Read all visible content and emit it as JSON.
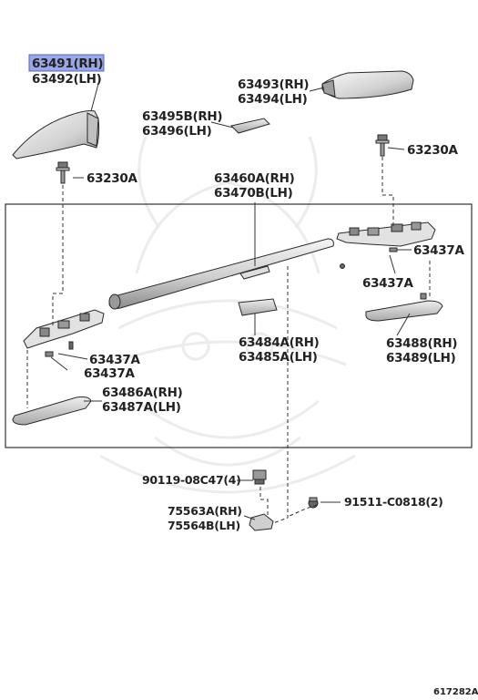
{
  "callouts": {
    "cover_rear_rh": "63491(RH)",
    "cover_rear_lh": "63492(LH)",
    "cover_front_rh": "63493(RH)",
    "cover_front_lh": "63494(LH)",
    "cap_rh": "63495B(RH)",
    "cap_lh": "63496(LH)",
    "bolt_right": "63230A",
    "bolt_left": "63230A",
    "rail_rh": "63460A(RH)",
    "rail_lh": "63470B(LH)",
    "clip_right_upper": "63437A",
    "clip_right_lower": "63437A",
    "clip_left_upper": "63437A",
    "clip_left_lower": "63437A",
    "pad_center_rh": "63484A(RH)",
    "pad_center_lh": "63485A(LH)",
    "pad_right_rh": "63488(RH)",
    "pad_right_lh": "63489(LH)",
    "pad_left_rh": "63486A(RH)",
    "pad_left_lh": "63487A(LH)",
    "nut": "90119-08C47(4)",
    "bracket_rh": "75563A(RH)",
    "bracket_lh": "75564B(LH)",
    "clip_bottom": "91511-C0818(2)"
  },
  "highlight_color": "#9aa6e6",
  "diagram_code": "617282A"
}
